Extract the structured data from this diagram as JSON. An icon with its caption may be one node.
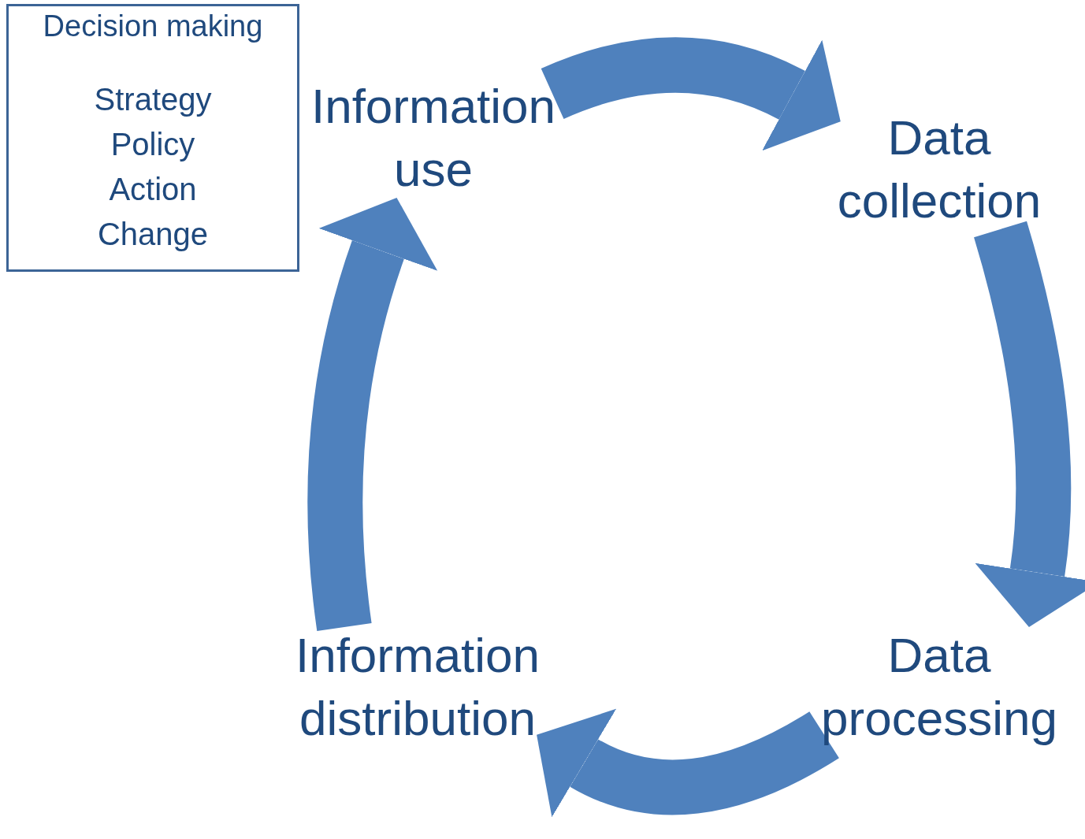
{
  "diagram": {
    "nodes": [
      {
        "text": [
          "Decision making",
          "Strategy",
          "Policy",
          "Action",
          "Change"
        ]
      },
      {
        "text": [
          "Information use"
        ]
      },
      {
        "text": [
          "Data collection"
        ]
      },
      {
        "text": [
          "Data processing"
        ]
      },
      {
        "text": [
          "Information distribution"
        ]
      }
    ],
    "edges": [
      {
        "from": 1,
        "to": 2,
        "arrow": "to"
      },
      {
        "from": 2,
        "to": 3,
        "arrow": "to"
      },
      {
        "from": 3,
        "to": 4,
        "arrow": "to"
      },
      {
        "from": 4,
        "to": 1,
        "arrow": "to"
      }
    ]
  }
}
